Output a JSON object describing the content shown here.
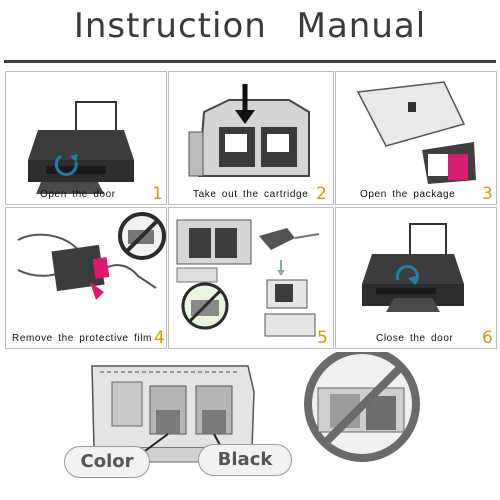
{
  "title": "Instruction Manual",
  "steps": [
    {
      "label": "Open the door",
      "number": "1"
    },
    {
      "label": "Take out the cartridge",
      "number": "2"
    },
    {
      "label": "Open the package",
      "number": "3"
    },
    {
      "label": "Remove the protective film",
      "number": "4"
    },
    {
      "label": "",
      "number": "5"
    },
    {
      "label": "Close the door",
      "number": "6"
    }
  ],
  "bottom": {
    "color_label": "Color",
    "black_label": "Black"
  },
  "colors": {
    "step_number": "#c4a30c",
    "pink_tab": "#e0176c",
    "arrow_blue": "#1e7fa8",
    "prohibit_red": "#ffffff"
  }
}
